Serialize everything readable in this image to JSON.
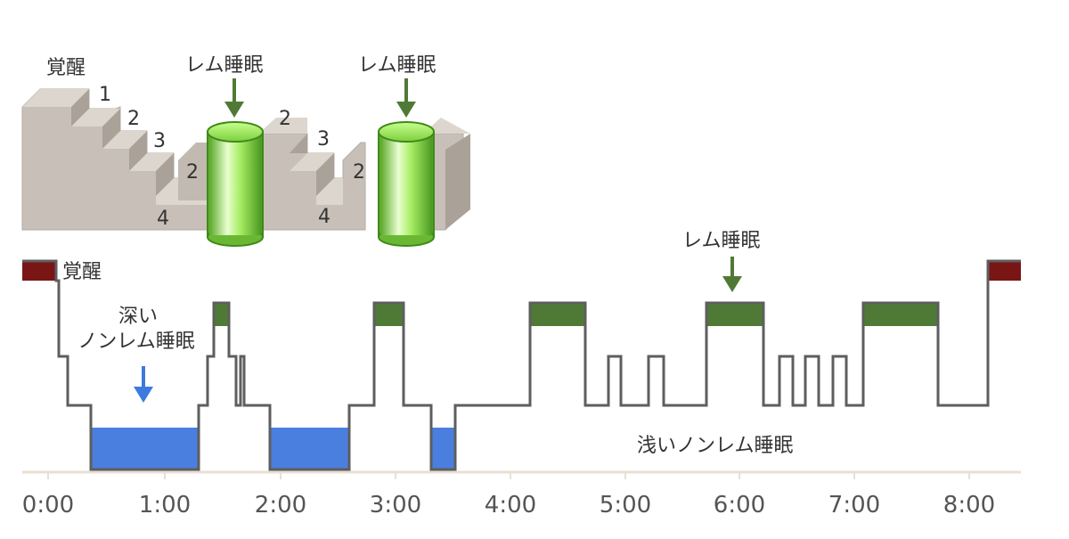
{
  "staircase": {
    "wake_label": "覚醒",
    "rem_label_1": "レム睡眠",
    "rem_label_2": "レム睡眠",
    "stage_labels": [
      "1",
      "2",
      "3",
      "4",
      "2",
      "2",
      "3",
      "4",
      "2"
    ]
  },
  "hypnogram": {
    "wake_label": "覚醒",
    "rem_label": "レム睡眠",
    "deep_label_line1": "深い",
    "deep_label_line2": "ノンレム睡眠",
    "light_label": "浅いノンレム睡眠",
    "ticks": [
      "0:00",
      "1:00",
      "2:00",
      "3:00",
      "4:00",
      "5:00",
      "6:00",
      "7:00",
      "8:00"
    ],
    "colors": {
      "wake": "#7a1515",
      "rem": "#4f7a35",
      "deep": "#4a7fe0",
      "line": "#5e5e5e",
      "axis": "#e9dfd2",
      "arrow_green": "#4f7a35",
      "arrow_blue": "#3d7ae0"
    }
  }
}
